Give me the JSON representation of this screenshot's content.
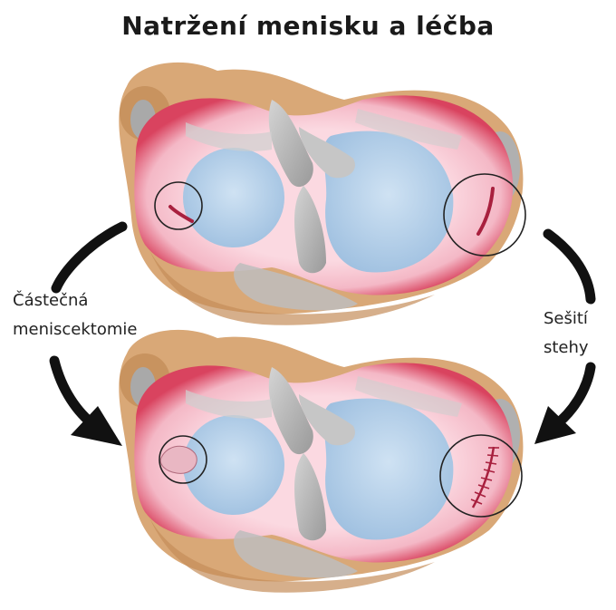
{
  "title": "Natržení menisku a léčba",
  "left_label": {
    "line1": "Částečná",
    "line2": "meniscektomie"
  },
  "right_label": {
    "line1": "Sešití",
    "line2": "stehy"
  },
  "colors": {
    "bone": "#d9a877",
    "bone_shadow": "#c48d5a",
    "meniscus": "#f4b8c6",
    "meniscus_edge": "#d9435f",
    "cartilage": "#b9d4ec",
    "ligament": "#b5b5b5",
    "arrow": "#111111",
    "stitch": "#a8203e"
  }
}
